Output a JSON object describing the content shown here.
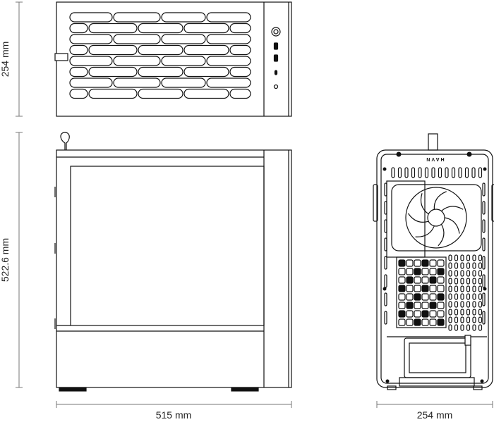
{
  "dimensions": {
    "top_view_depth": "254 mm",
    "side_view_height": "522.6 mm",
    "side_view_length": "515 mm",
    "front_view_width": "254 mm"
  },
  "branding": {
    "logo_text": "HAVN"
  },
  "colors": {
    "line": "#111111",
    "dim_line": "#777777",
    "background": "#ffffff"
  }
}
